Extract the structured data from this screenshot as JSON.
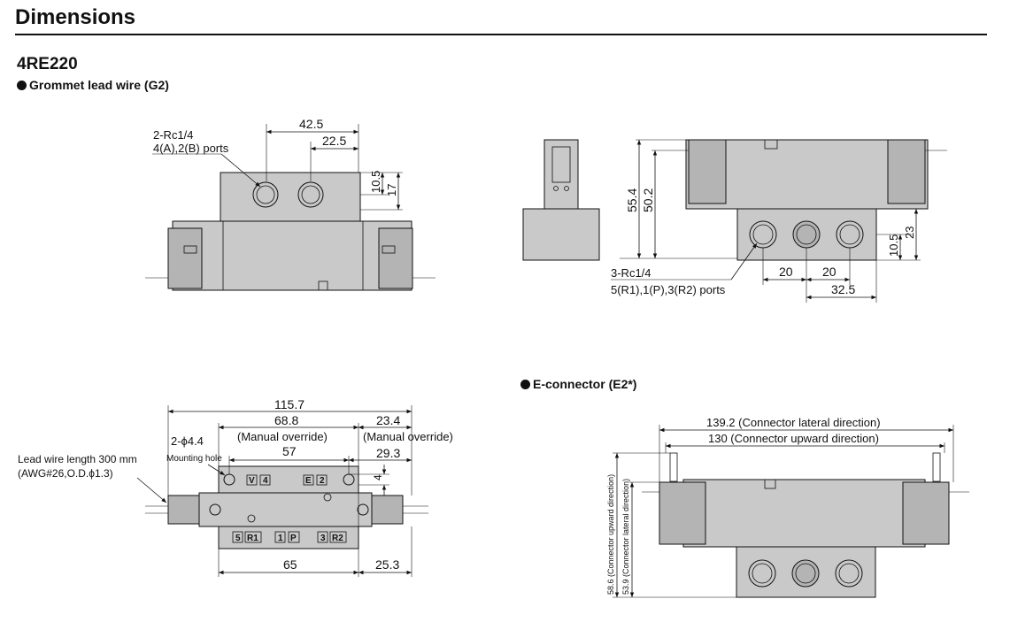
{
  "header": {
    "title": "Dimensions",
    "model": "4RE220"
  },
  "sections": {
    "grommet": "Grommet lead wire (G2)",
    "econnector": "E-connector (E2*)"
  },
  "top_view": {
    "port_label_1": "2-Rc1/4",
    "port_label_2": "4(A),2(B) ports",
    "d_42_5": "42.5",
    "d_22_5": "22.5",
    "d_10_5": "10.5",
    "d_17": "17"
  },
  "side_view": {
    "d_55_4": "55.4",
    "d_50_2": "50.2",
    "d_23": "23",
    "d_10_5": "10.5",
    "port_label_1": "3-Rc1/4",
    "port_label_2": "5(R1),1(P),3(R2) ports",
    "d_20a": "20",
    "d_20b": "20",
    "d_32_5": "32.5"
  },
  "plan_view": {
    "d_115_7": "115.7",
    "d_68_8": "68.8",
    "d_23_4": "23.4",
    "manual_override_1": "(Manual override)",
    "manual_override_2": "(Manual override)",
    "hole_label": "2-ϕ4.4",
    "mounting_hole": "Mounting hole",
    "lead_wire_1": "Lead wire length 300 mm",
    "lead_wire_2": "(AWG#26,O.D.ϕ1.3)",
    "d_57": "57",
    "d_29_3": "29.3",
    "d_4": "4",
    "d_65": "65",
    "d_25_3": "25.3",
    "markings": [
      "5",
      "R1",
      "1",
      "P",
      "3",
      "R2",
      "V",
      "4",
      "E",
      "2"
    ]
  },
  "econ_view": {
    "d_139_2": "139.2 (Connector lateral direction)",
    "d_130": "130 (Connector upward direction)",
    "d_58_6": "58.6 (Connector upward direction)",
    "d_53_9": "53.9 (Connector lateral direction)"
  }
}
